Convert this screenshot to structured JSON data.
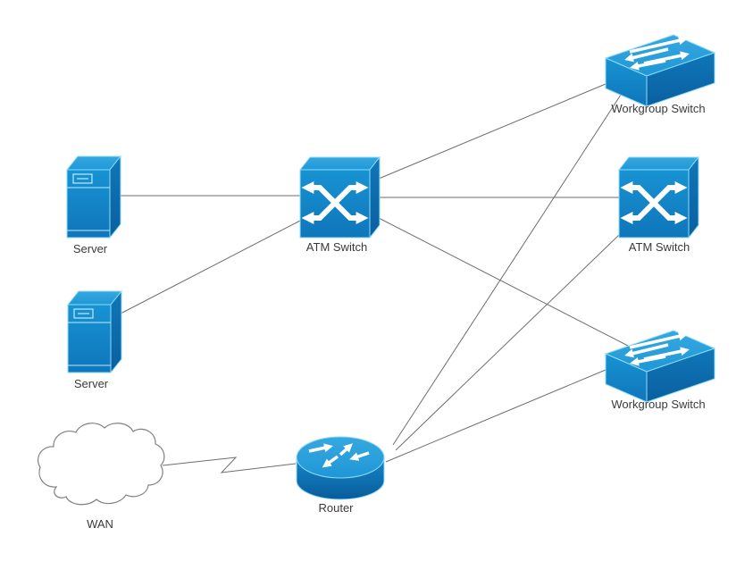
{
  "diagram": {
    "kind": "network-topology",
    "background_color": "#ffffff",
    "colors": {
      "device_blue": "#1182c5",
      "device_blue_light": "#2ea2dc",
      "device_blue_dark": "#0c69a7",
      "edge_highlight": "#8edcf5",
      "connector_gray": "#6e6e6e",
      "label_text": "#3a3a3a",
      "arrow_glyph": "#ffffff"
    },
    "nodes": [
      {
        "id": "server-1",
        "type": "server",
        "label": "Server"
      },
      {
        "id": "server-2",
        "type": "server",
        "label": "Server"
      },
      {
        "id": "atm-switch-center",
        "type": "atm-switch",
        "label": "ATM Switch"
      },
      {
        "id": "workgroup-switch-top",
        "type": "workgroup-switch",
        "label": "Workgroup Switch"
      },
      {
        "id": "atm-switch-right",
        "type": "atm-switch",
        "label": "ATM Switch"
      },
      {
        "id": "workgroup-switch-bottom",
        "type": "workgroup-switch",
        "label": "Workgroup Switch"
      },
      {
        "id": "router",
        "type": "router",
        "label": "Router"
      },
      {
        "id": "wan",
        "type": "cloud",
        "label": "WAN"
      }
    ],
    "edges": [
      {
        "from": "server-1",
        "to": "atm-switch-center",
        "style": "straight"
      },
      {
        "from": "server-2",
        "to": "atm-switch-center",
        "style": "straight"
      },
      {
        "from": "atm-switch-center",
        "to": "workgroup-switch-top",
        "style": "straight"
      },
      {
        "from": "atm-switch-center",
        "to": "atm-switch-right",
        "style": "straight"
      },
      {
        "from": "atm-switch-center",
        "to": "workgroup-switch-bottom",
        "style": "straight"
      },
      {
        "from": "router",
        "to": "workgroup-switch-top",
        "style": "straight"
      },
      {
        "from": "router",
        "to": "atm-switch-right",
        "style": "straight"
      },
      {
        "from": "router",
        "to": "workgroup-switch-bottom",
        "style": "straight"
      },
      {
        "from": "wan",
        "to": "router",
        "style": "zigzag"
      }
    ]
  }
}
